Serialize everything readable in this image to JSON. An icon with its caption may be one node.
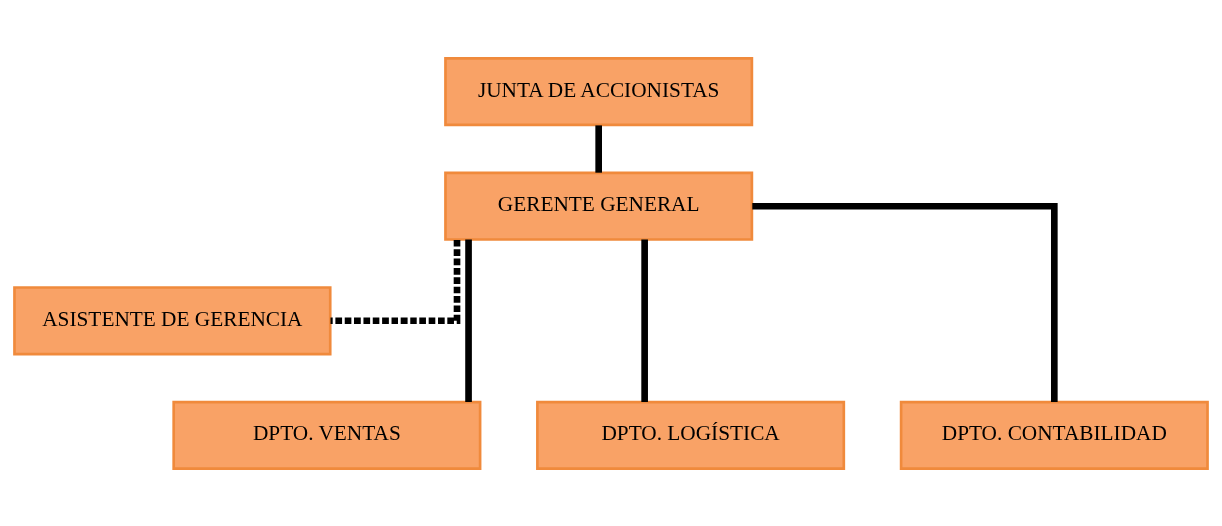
{
  "diagram": {
    "nodes": [
      {
        "text": [
          "JUNTA DE ACCIONISTAS"
        ]
      },
      {
        "text": [
          "GERENTE GENERAL"
        ]
      },
      {
        "text": [
          "ASISTENTE DE GERENCIA"
        ]
      },
      {
        "text": [
          "DPTO. VENTAS"
        ]
      },
      {
        "text": [
          "DPTO. LOGÍSTICA"
        ]
      },
      {
        "text": [
          "DPTO. CONTABILIDAD"
        ]
      }
    ],
    "edges": [
      {
        "from": 0,
        "to": 1,
        "arrow": "none"
      },
      {
        "from": 1,
        "to": 2,
        "arrow": "none",
        "style": "dashed"
      },
      {
        "from": 1,
        "to": 3,
        "arrow": "none"
      },
      {
        "from": 1,
        "to": 4,
        "arrow": "none"
      },
      {
        "from": 1,
        "to": 5,
        "arrow": "none"
      }
    ]
  }
}
